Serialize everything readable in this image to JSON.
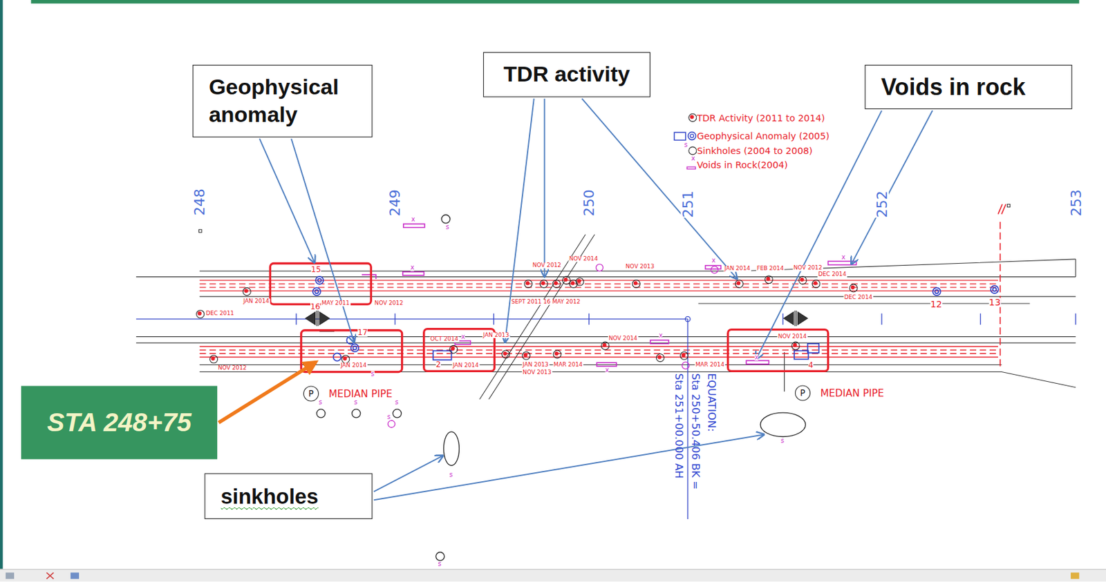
{
  "diagram": {
    "nodes": [
      {
        "text": [
          "Geophysical anomaly"
        ]
      },
      {
        "text": [
          "TDR activity"
        ]
      },
      {
        "text": [
          "Voids in rock"
        ]
      },
      {
        "text": [
          "P",
          "MEDIAN PIPE"
        ]
      },
      {
        "text": [
          "P",
          "MEDIAN PIPE"
        ]
      },
      {
        "text": [
          "STA 248+75"
        ]
      },
      {
        "text": [
          "sinkholes"
        ]
      }
    ],
    "labels": [
      "248",
      "249",
      "250",
      "251",
      "252",
      "253",
      "EQUATION:",
      "Sta 250+50.406 BK =",
      "Sta 251+00.000 AH",
      "DEC 2011",
      "JAN 2014",
      "15",
      "16",
      "MAY 2011",
      "NOV 2012",
      "SEPT 2011 16 MAY 2012",
      "NOV 2012",
      "NOV 2014",
      "NOV 2013",
      "JAN 2014",
      "FEB 2014",
      "NOV 2012",
      "DEC 2014",
      "DEC 2014",
      "12",
      "13",
      "NOV 2012",
      "17",
      "JAN 2014",
      "OCT 2014",
      "2",
      "JAN 2014",
      "JAN 2013",
      "JAN 2013",
      "NOV 2013",
      "MAR 2014",
      "NOV 2014",
      "MAR 2014",
      "NOV 2014",
      "4",
      "s",
      "s",
      "s",
      "s",
      "s",
      "s",
      "s",
      "s",
      "s",
      "x",
      "x",
      "x",
      "x",
      "x",
      "x",
      "x",
      "x",
      "s",
      "x"
    ],
    "legend": [
      {
        "text": "TDR Activity (2011 to 2014)"
      },
      {
        "text": "Geophysical Anomaly (2005)"
      },
      {
        "text": "Sinkholes (2004 to 2008)"
      },
      {
        "text": "Voids in Rock(2004)"
      }
    ]
  }
}
